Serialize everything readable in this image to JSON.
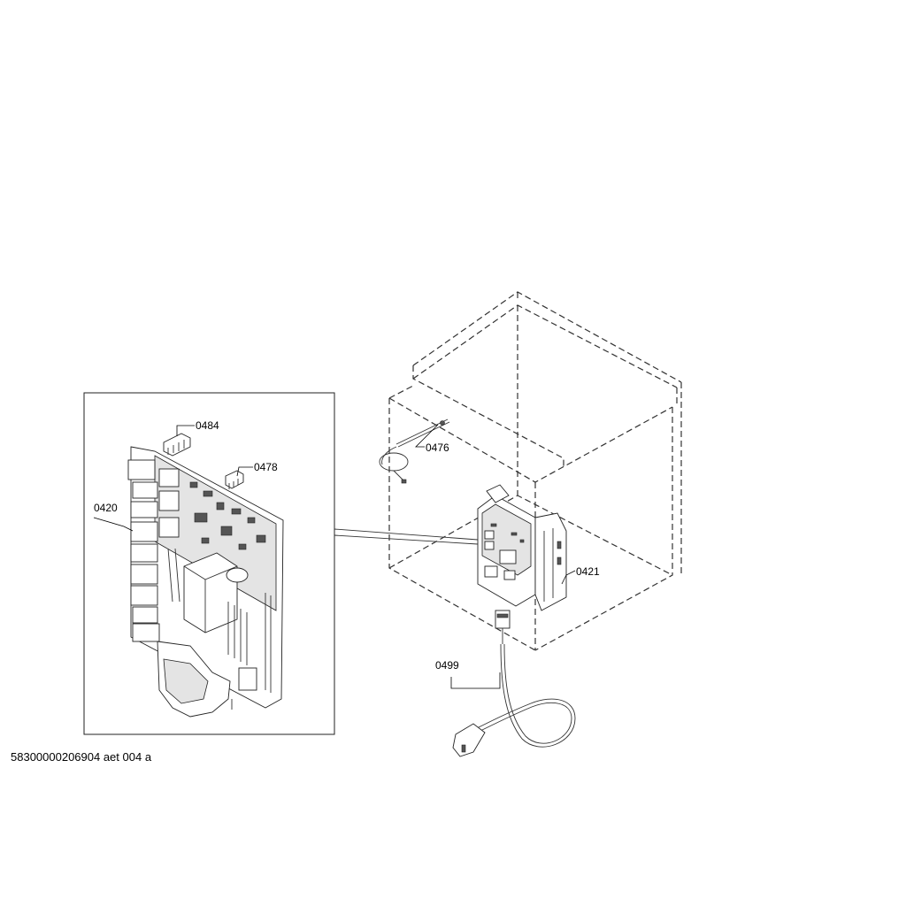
{
  "drawing": {
    "document_id": "58300000206904 aet 004 a",
    "callouts": [
      {
        "id": "0484"
      },
      {
        "id": "0478"
      },
      {
        "id": "0420"
      },
      {
        "id": "0476"
      },
      {
        "id": "0421"
      },
      {
        "id": "0499"
      }
    ]
  }
}
